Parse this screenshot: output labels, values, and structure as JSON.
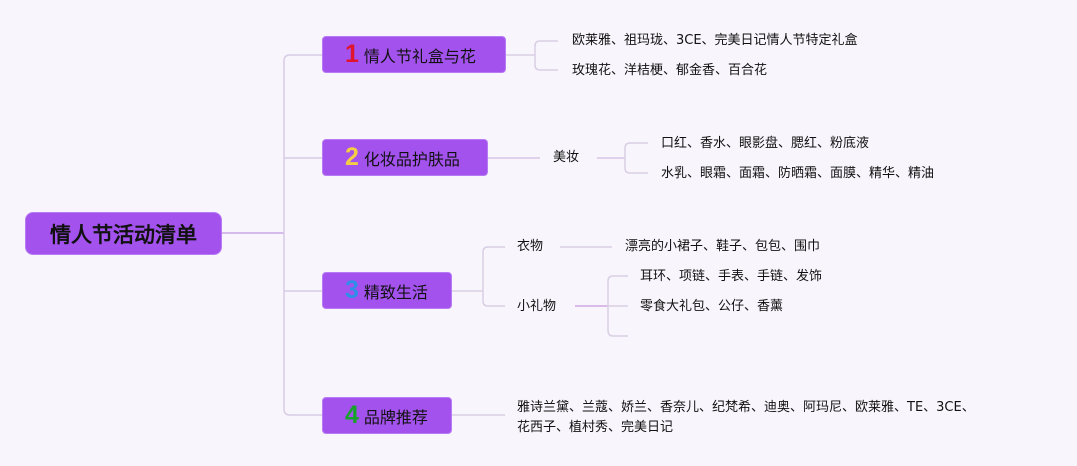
{
  "root": "情人节活动清单",
  "categories": [
    {
      "num": "1",
      "label": "情人节礼盒与花",
      "num_color": "#e0142c"
    },
    {
      "num": "2",
      "label": "化妆品护肤品",
      "num_color": "#f5cc45"
    },
    {
      "num": "3",
      "label": "精致生活",
      "num_color": "#2f8ee8"
    },
    {
      "num": "4",
      "label": "品牌推荐",
      "num_color": "#17a32b"
    }
  ],
  "branch1": [
    "欧莱雅、祖玛珑、3CE、完美日记情人节特定礼盒",
    "玫瑰花、洋桔梗、郁金香、百合花"
  ],
  "branch2": {
    "label": "美妆",
    "items": [
      "口红、香水、眼影盘、腮红、粉底液",
      "水乳、眼霜、面霜、防晒霜、面膜、精华、精油"
    ]
  },
  "branch3": {
    "clothes": {
      "label": "衣物",
      "items": [
        "漂亮的小裙子、鞋子、包包、围巾"
      ]
    },
    "gifts": {
      "label": "小礼物",
      "items": [
        "耳环、项链、手表、手链、发饰",
        "零食大礼包、公仔、香薰"
      ]
    }
  },
  "branch4": [
    "雅诗兰黛、兰蔻、娇兰、香奈儿、纪梵希、迪奥、阿玛尼、欧莱雅、TE、3CE、",
    "花西子、植村秀、完美日记"
  ]
}
